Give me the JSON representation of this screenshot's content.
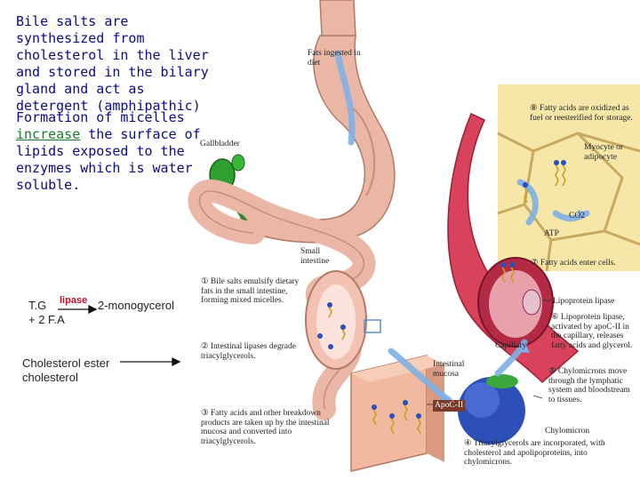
{
  "slide": {
    "para1": "Bile salts are synthesized from cholesterol in the liver and stored in the bilary gland and act as detergent (amphipathic)",
    "para2_before": "Formation of micelles ",
    "para2_keyword": "increase",
    "para2_after": " the surface of lipids exposed to the enzymes which is water soluble.",
    "eq1_left": "T.G",
    "eq1_enzyme": "lipase",
    "eq1_right": "2-monogycerol",
    "eq1_bottom": "+ 2 F.A",
    "eq2_left": "Cholesterol ester",
    "eq2_bottom": "cholesterol"
  },
  "figure": {
    "fats_ingested": "Fats ingested in diet",
    "gallbladder": "Gallbladder",
    "small_intestine": "Small intestine",
    "step1": "① Bile salts emulsify dietary fats in the small intestine, forming mixed micelles.",
    "step2": "② Intestinal lipases degrade triacylglycerols.",
    "step3": "③ Fatty acids and other breakdown products are taken up by the intestinal mucosa and converted into triacylglycerols.",
    "intestinal_mucosa": "Intestinal mucosa",
    "apoc": "ApoC-II",
    "chylomicron": "Chylomicron",
    "step4": "④ Triacylglycerols are incorporated, with cholesterol and apolipoproteins, into chylomicrons.",
    "step5": "⑤ Chylomicrons move through the lymphatic system and bloodstream to tissues.",
    "capillary": "Capillary",
    "step6": "⑥ Lipoprotein lipase, activated by apoC-II in the capillary, releases fatty acids and glycerol.",
    "lipoprotein_lipase": "Lipoprotein lipase",
    "step7": "⑦ Fatty acids enter cells.",
    "atp": "ATP",
    "co2": "CO2",
    "myocyte": "Myocyte or adipocyte",
    "step8": "⑧ Fatty acids are oxidized as fuel or reesterified for storage."
  },
  "colors": {
    "text_blue": "#0a0a8a",
    "keyword_green": "#1a7a2a",
    "enzyme_red": "#c0102a",
    "cell_yellow": "#f6e7a8",
    "capillary_red": "#d8425a"
  }
}
